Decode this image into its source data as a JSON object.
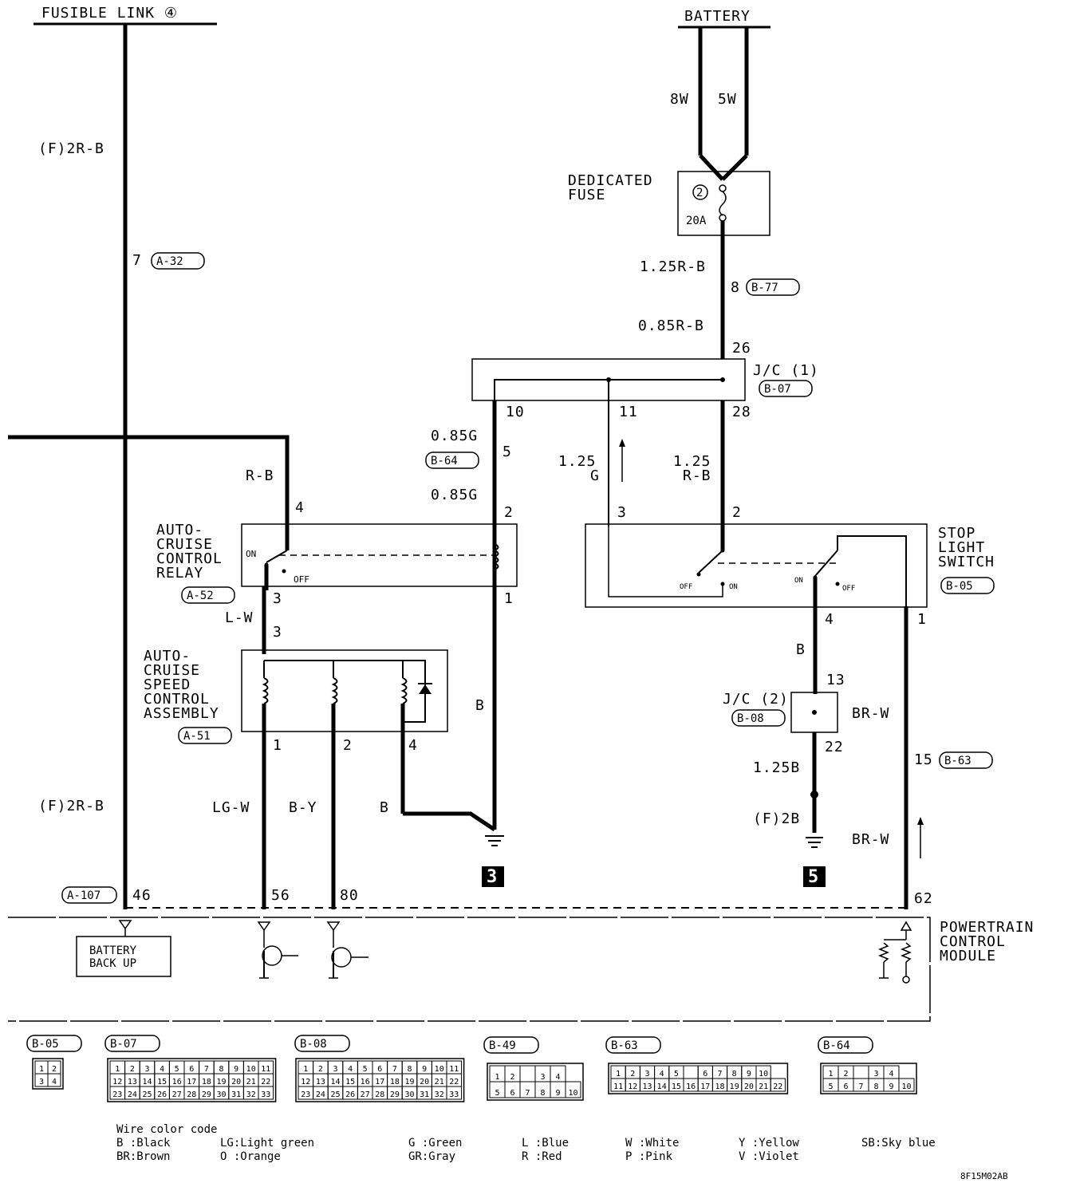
{
  "sources": {
    "fusible_link": "FUSIBLE LINK ④",
    "battery": "BATTERY"
  },
  "battery_wires": {
    "left": "8W",
    "right": "5W"
  },
  "dedicated_fuse": {
    "label_line1": "DEDICATED",
    "label_line2": "FUSE",
    "number": "2",
    "rating": "20A"
  },
  "fuse_output": {
    "wire1": "1.25R-B",
    "conn_pin": "8",
    "conn": "B-77",
    "wire2": "0.85R-B"
  },
  "left_feed": {
    "wire_top": "(F)2R-B",
    "pin": "7",
    "conn": "A-32",
    "wire_bottom": "(F)2R-B"
  },
  "jc1": {
    "label": "J/C (1)",
    "conn": "B-07",
    "pin_in": "26",
    "pin_out_10": "10",
    "pin_out_11": "11",
    "pin_out_28": "28"
  },
  "wire_g": {
    "w1": "0.85G",
    "pin": "5",
    "conn": "B-64",
    "w2": "0.85G",
    "pin_relay": "2"
  },
  "wire_125g": {
    "size": "1.25",
    "color": "G",
    "pin": "3"
  },
  "wire_125rb": {
    "size": "1.25",
    "color": "R-B",
    "pin": "2"
  },
  "relay": {
    "line1": "AUTO-",
    "line2": "CRUISE",
    "line3": "CONTROL",
    "line4": "RELAY",
    "conn": "A-52",
    "on": "ON",
    "off": "OFF",
    "pin_in": "4",
    "pin_out": "3",
    "pin_coil": "1",
    "feed_wire": "R-B",
    "coil_ground_wire": "B"
  },
  "lw_wire": {
    "color": "L-W",
    "pin": "3"
  },
  "speed_assembly": {
    "line1": "AUTO-",
    "line2": "CRUISE",
    "line3": "SPEED",
    "line4": "CONTROL",
    "line5": "ASSEMBLY",
    "conn": "A-51",
    "p1": "1",
    "p2": "2",
    "p4": "4"
  },
  "assembly_wires": {
    "w1": "LG-W",
    "w2": "B-Y",
    "w4": "B"
  },
  "ground3": "3",
  "ground5": "5",
  "stop_light": {
    "line1": "STOP",
    "line2": "LIGHT",
    "line3": "SWITCH",
    "conn": "B-05",
    "off": "OFF",
    "on": "ON",
    "pin4": "4",
    "pin1": "1"
  },
  "jc2": {
    "label": "J/C (2)",
    "conn": "B-08",
    "pin13": "13",
    "pin22": "22",
    "wire_in": "B",
    "wire_out": "1.25B",
    "wire_ground": "(F)2B"
  },
  "brw": {
    "wire": "BR-W",
    "pin": "15",
    "conn": "B-63",
    "wire2": "BR-W",
    "pin_pcm": "62"
  },
  "pcm": {
    "line1": "POWERTRAIN",
    "line2": "CONTROL",
    "line3": "MODULE",
    "conn": "A-107",
    "pin46": "46",
    "pin56": "56",
    "pin80": "80",
    "battery_backup_1": "BATTERY",
    "battery_backup_2": "BACK UP"
  },
  "connectors": {
    "b05": {
      "name": "B-05",
      "pins": [
        "1",
        "2",
        "3",
        "4"
      ]
    },
    "b07": {
      "name": "B-07",
      "row1": [
        "1",
        "2",
        "3",
        "4",
        "5",
        "6",
        "7",
        "8",
        "9",
        "10",
        "11"
      ],
      "row2": [
        "12",
        "13",
        "14",
        "15",
        "16",
        "17",
        "18",
        "19",
        "20",
        "21",
        "22"
      ],
      "row3": [
        "23",
        "24",
        "25",
        "26",
        "27",
        "28",
        "29",
        "30",
        "31",
        "32",
        "33"
      ]
    },
    "b08": {
      "name": "B-08",
      "row1": [
        "1",
        "2",
        "3",
        "4",
        "5",
        "6",
        "7",
        "8",
        "9",
        "10",
        "11"
      ],
      "row2": [
        "12",
        "13",
        "14",
        "15",
        "16",
        "17",
        "18",
        "19",
        "20",
        "21",
        "22"
      ],
      "row3": [
        "23",
        "24",
        "25",
        "26",
        "27",
        "28",
        "29",
        "30",
        "31",
        "32",
        "33"
      ]
    },
    "b49": {
      "name": "B-49",
      "row1": [
        "1",
        "2",
        "",
        "3",
        "4"
      ],
      "row2": [
        "5",
        "6",
        "7",
        "8",
        "9",
        "10"
      ]
    },
    "b63": {
      "name": "B-63",
      "row1": [
        "1",
        "2",
        "3",
        "4",
        "5",
        "",
        "6",
        "7",
        "8",
        "9",
        "10"
      ],
      "row2": [
        "11",
        "12",
        "13",
        "14",
        "15",
        "16",
        "17",
        "18",
        "19",
        "20",
        "21",
        "22"
      ]
    },
    "b64": {
      "name": "B-64",
      "row1": [
        "1",
        "2",
        "",
        "3",
        "4"
      ],
      "row2": [
        "5",
        "6",
        "7",
        "8",
        "9",
        "10"
      ]
    }
  },
  "legend": {
    "title": "Wire color code",
    "items": [
      "B :Black",
      "BR:Brown",
      "LG:Light green",
      "O :Orange",
      "G :Green",
      "GR:Gray",
      "L :Blue",
      "R :Red",
      "W :White",
      "P :Pink",
      "Y :Yellow",
      "V :Violet",
      "SB:Sky blue"
    ]
  },
  "figure_id": "8F15M02AB"
}
